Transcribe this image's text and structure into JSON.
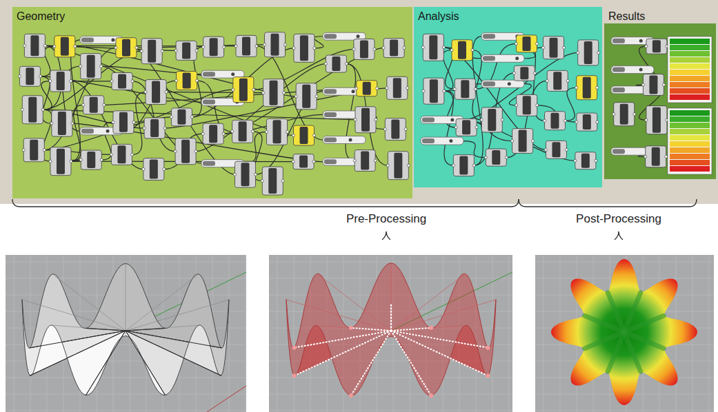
{
  "diagram": {
    "nodes": [
      {
        "text": [
          "Geometry"
        ]
      },
      {
        "text": [
          "Analysis"
        ]
      },
      {
        "text": [
          "Results"
        ]
      }
    ],
    "labels": [
      "Pre-Processing",
      "Post-Processing"
    ]
  }
}
